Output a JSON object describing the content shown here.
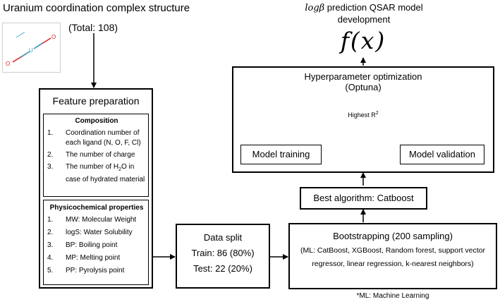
{
  "input": {
    "title": "Uranium coordination complex structure",
    "total": "(Total: 108)",
    "molecule_atoms": [
      "O",
      "U",
      "O"
    ]
  },
  "feature": {
    "title": "Feature preparation",
    "composition": {
      "heading": "Composition",
      "items": [
        {
          "num": "1.",
          "text": "Coordination number of each ligand (N, O, F, Cl)"
        },
        {
          "num": "2.",
          "text": "The number of charge"
        },
        {
          "num": "3.",
          "text_a": "The number of H",
          "sub": "2",
          "text_b": "O in case of hydrated material"
        }
      ]
    },
    "physico": {
      "heading": "Physicochemical properties",
      "items": [
        {
          "num": "1.",
          "text": "MW: Molecular Weight"
        },
        {
          "num": "2.",
          "text": "logS: Water Solubility"
        },
        {
          "num": "3.",
          "text": "BP: Boiling point"
        },
        {
          "num": "4.",
          "text": "MP: Melting point"
        },
        {
          "num": "5.",
          "text": "PP: Pyrolysis point"
        }
      ]
    }
  },
  "split": {
    "title": "Data split",
    "train": "Train: 86 (80%)",
    "test": "Test: 22 (20%)"
  },
  "bootstrap": {
    "title": "Bootstrapping (200 sampling)",
    "models": "(ML: CatBoost, XGBoost, Random forest, support vector regressor, linear regression, k-nearest neighbors)",
    "footnote": "*ML: Machine Learning"
  },
  "best": {
    "label": "Best algorithm: Catboost"
  },
  "hyper": {
    "title": "Hyperparameter optimization",
    "subtitle": "(Optuna)",
    "decision": "Highest R",
    "decision_sup": "2",
    "training": "Model training",
    "validation": "Model validation"
  },
  "output": {
    "title_italic": "logβ",
    "title_rest": " prediction QSAR model",
    "title_line2": "development",
    "func": "f(x)"
  }
}
